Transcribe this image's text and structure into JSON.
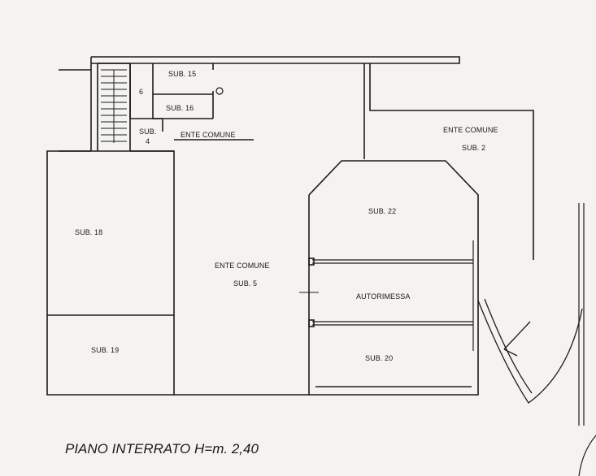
{
  "labels": {
    "sub15": "SUB. 15",
    "sub16": "SUB. 16",
    "six": "6",
    "sub4_a": "SUB.",
    "sub4_b": "4",
    "ente_top": "ENTE COMUNE",
    "ente_sub2_a": "ENTE COMUNE",
    "ente_sub2_b": "SUB. 2",
    "sub22": "SUB. 22",
    "sub18": "SUB. 18",
    "ente_sub5_a": "ENTE COMUNE",
    "ente_sub5_b": "SUB. 5",
    "autorimessa": "AUTORIMESSA",
    "sub19": "SUB. 19",
    "sub20": "SUB. 20"
  },
  "caption": "PIANO INTERRATO H=m. 2,40",
  "colors": {
    "line": "#1c1c1c",
    "paper": "#f4f3ef"
  }
}
